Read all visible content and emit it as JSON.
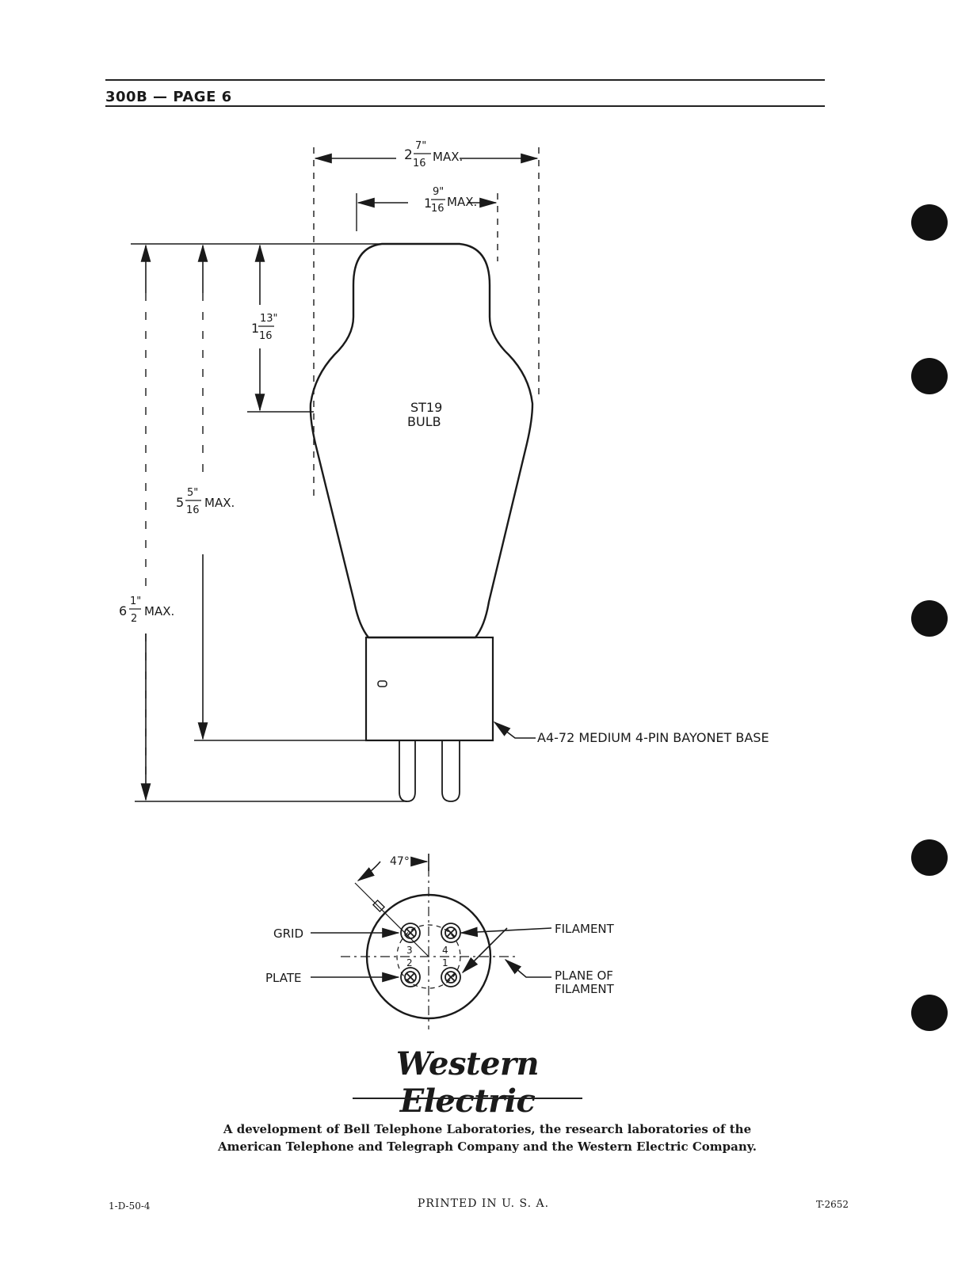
{
  "header": {
    "title": "300B — PAGE 6"
  },
  "drawing": {
    "bulb_label_line1": "ST19",
    "bulb_label_line2": "BULB",
    "dim_width_max_whole": "2",
    "dim_width_max_num": "7\"",
    "dim_width_max_den": "16",
    "dim_width_max_suffix": "MAX.",
    "dim_neck_whole": "1",
    "dim_neck_num": "9\"",
    "dim_neck_den": "16",
    "dim_neck_suffix": "MAX.",
    "dim_shoulder_whole": "1",
    "dim_shoulder_num": "13\"",
    "dim_shoulder_den": "16",
    "dim_seated_whole": "5",
    "dim_seated_num": "5\"",
    "dim_seated_den": "16",
    "dim_seated_suffix": "MAX.",
    "dim_overall_whole": "6",
    "dim_overall_num": "1\"",
    "dim_overall_den": "2",
    "dim_overall_suffix": "MAX.",
    "base_label": "A4-72 MEDIUM 4-PIN BAYONET BASE"
  },
  "basing": {
    "angle": "47°",
    "grid": "GRID",
    "plate": "PLATE",
    "filament": "FILAMENT",
    "plane_line1": "PLANE OF",
    "plane_line2": "FILAMENT",
    "pin1": "1",
    "pin2": "2",
    "pin3": "3",
    "pin4": "4"
  },
  "brand": {
    "logo": "Western Electric"
  },
  "caption": {
    "line1": "A development of Bell Telephone Laboratories, the research laboratories of the",
    "line2": "American Telephone and Telegraph Company and the Western Electric Company."
  },
  "footer": {
    "left": "1-D-50-4",
    "center": "PRINTED IN U. S. A.",
    "right": "T-2652"
  }
}
